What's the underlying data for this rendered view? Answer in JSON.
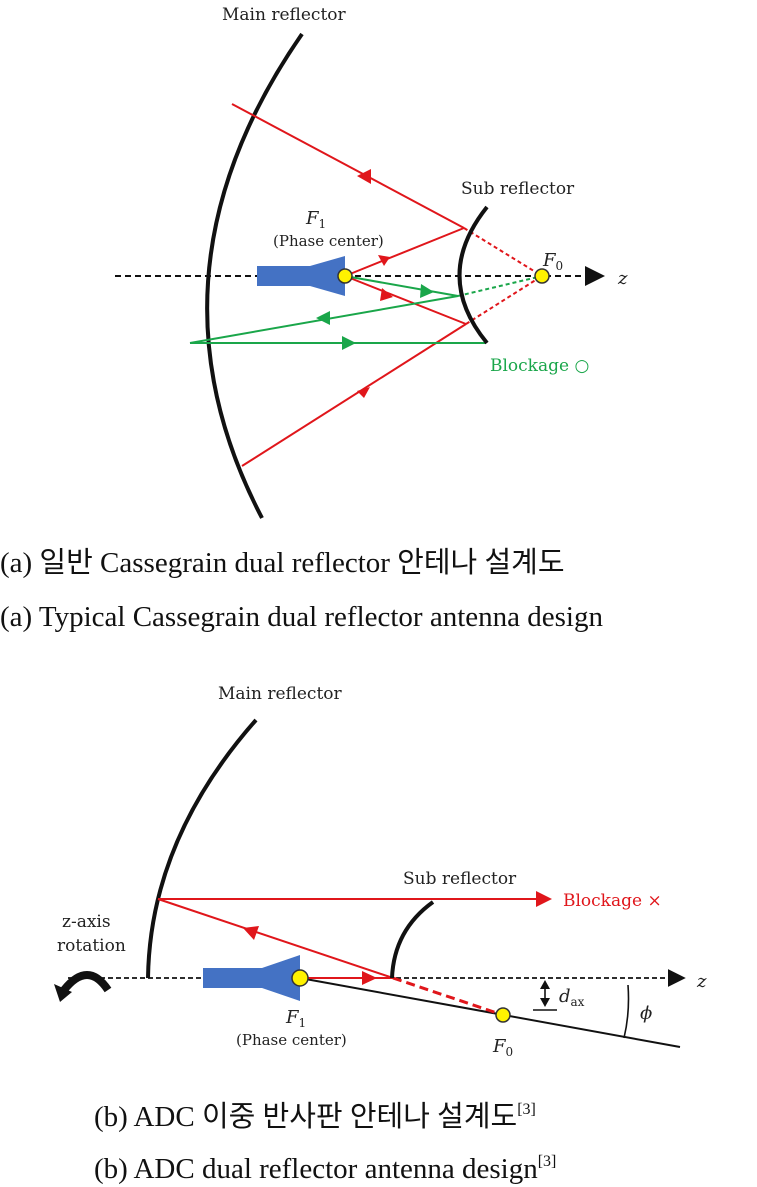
{
  "figure_a": {
    "main_reflector_label": "Main reflector",
    "sub_reflector_label": "Sub reflector",
    "f1_symbol": "F",
    "f1_subscript": "1",
    "phase_center_label": "(Phase center)",
    "f0_symbol": "F",
    "f0_subscript": "0",
    "axis_label": "z",
    "blockage_label": "Blockage ○",
    "caption_korean": "(a) 일반 Cassegrain dual reflector 안테나 설계도",
    "caption_english": "(a) Typical Cassegrain dual reflector antenna design"
  },
  "figure_b": {
    "main_reflector_label": "Main reflector",
    "sub_reflector_label": "Sub reflector",
    "blockage_label": "Blockage ×",
    "rotation_label_line1": "z-axis",
    "rotation_label_line2": "rotation",
    "f1_symbol": "F",
    "f1_subscript": "1",
    "phase_center_label": "(Phase center)",
    "f0_symbol": "F",
    "f0_subscript": "0",
    "axis_label": "z",
    "dax_symbol": "d",
    "dax_subscript": "ax",
    "phi_symbol": "ϕ",
    "caption_korean": "(b) ADC 이중 반사판 안테나 설계도",
    "caption_korean_ref": "[3]",
    "caption_english": "(b) ADC dual reflector antenna design",
    "caption_english_ref": "[3]"
  },
  "colors": {
    "ray_red": "#e0161b",
    "ray_green": "#1aa64a",
    "feed_blue": "#4472c4",
    "focus_yellow": "#fff200",
    "reflector_black": "#111111"
  }
}
